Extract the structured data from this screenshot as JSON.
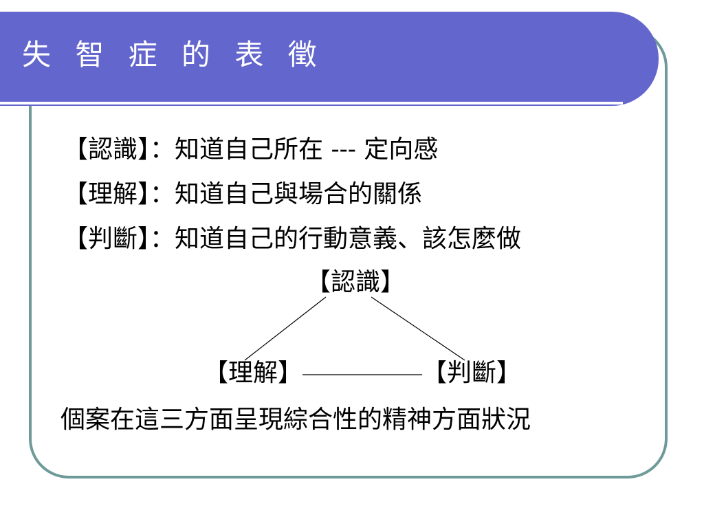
{
  "slide": {
    "title": "失 智 症 的 表 徵",
    "lines": [
      "【認識】：知道自己所在 ---  定向感",
      "【理解】：知道自己與場合的關係",
      "【判斷】：知道自己的行動意義、該怎麼做"
    ],
    "diagram": {
      "top_node": "【認識】",
      "left_node": "【理解】",
      "right_node": "【判斷】"
    },
    "summary": "個案在這三方面呈現綜合性的精神方面狀況"
  },
  "colors": {
    "title_banner": "#6366cc",
    "frame_border": "#6f9a9a",
    "text": "#000000"
  }
}
